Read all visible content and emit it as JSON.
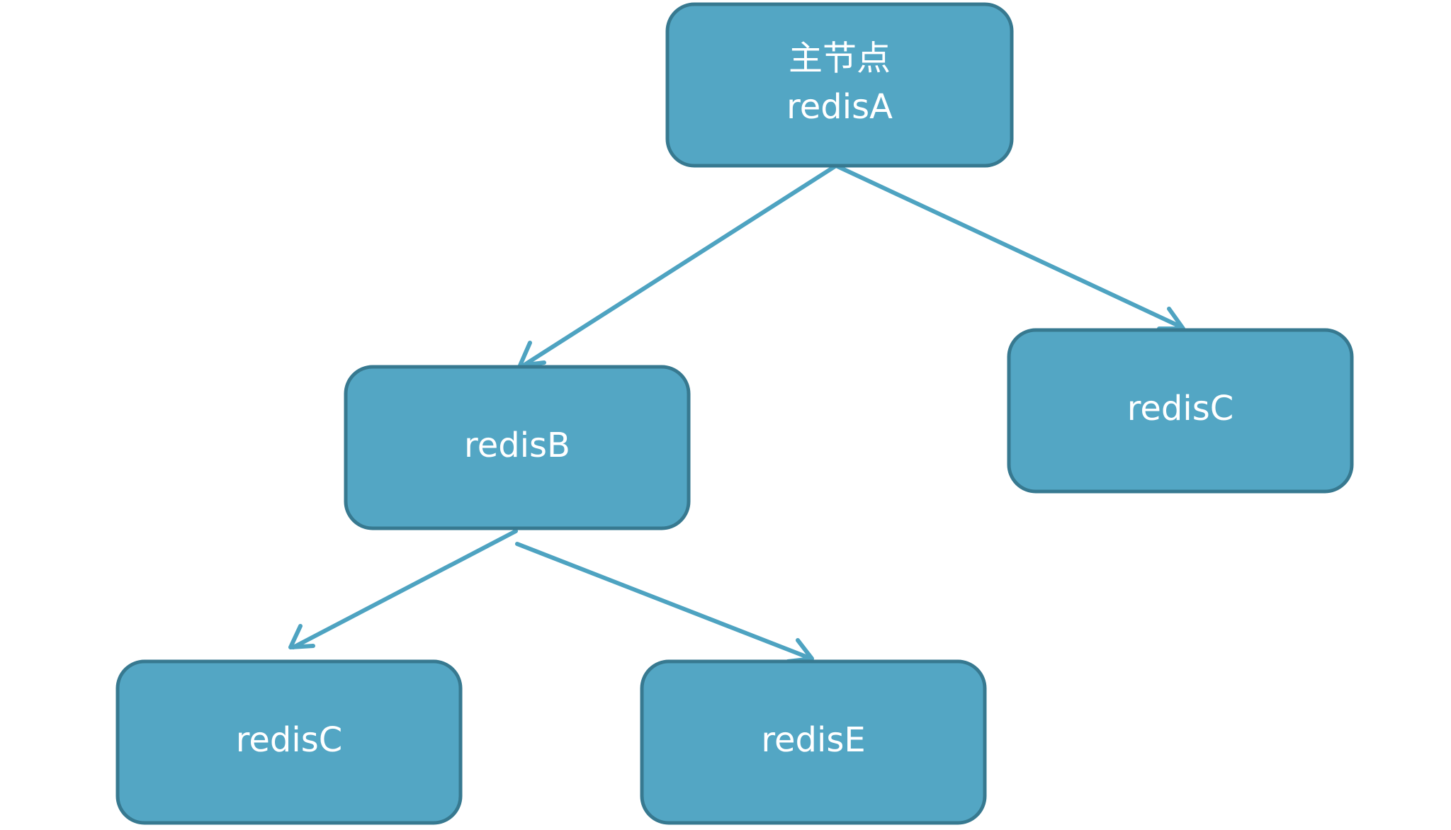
{
  "diagram": {
    "nodes": {
      "root": {
        "line1": "主节点",
        "line2": "redisA"
      },
      "node_b": {
        "label": "redisB"
      },
      "node_c_right": {
        "label": "redisC"
      },
      "node_c_bottom": {
        "label": "redisC"
      },
      "node_e": {
        "label": "redisE"
      }
    },
    "edges": [
      {
        "from": "redisA",
        "to": "redisB"
      },
      {
        "from": "redisA",
        "to": "redisC"
      },
      {
        "from": "redisB",
        "to": "redisC"
      },
      {
        "from": "redisB",
        "to": "redisE"
      }
    ],
    "colors": {
      "node_fill": "#53a6c4",
      "node_border": "#377990",
      "edge": "#4ea3c1",
      "text": "#ffffff"
    }
  }
}
